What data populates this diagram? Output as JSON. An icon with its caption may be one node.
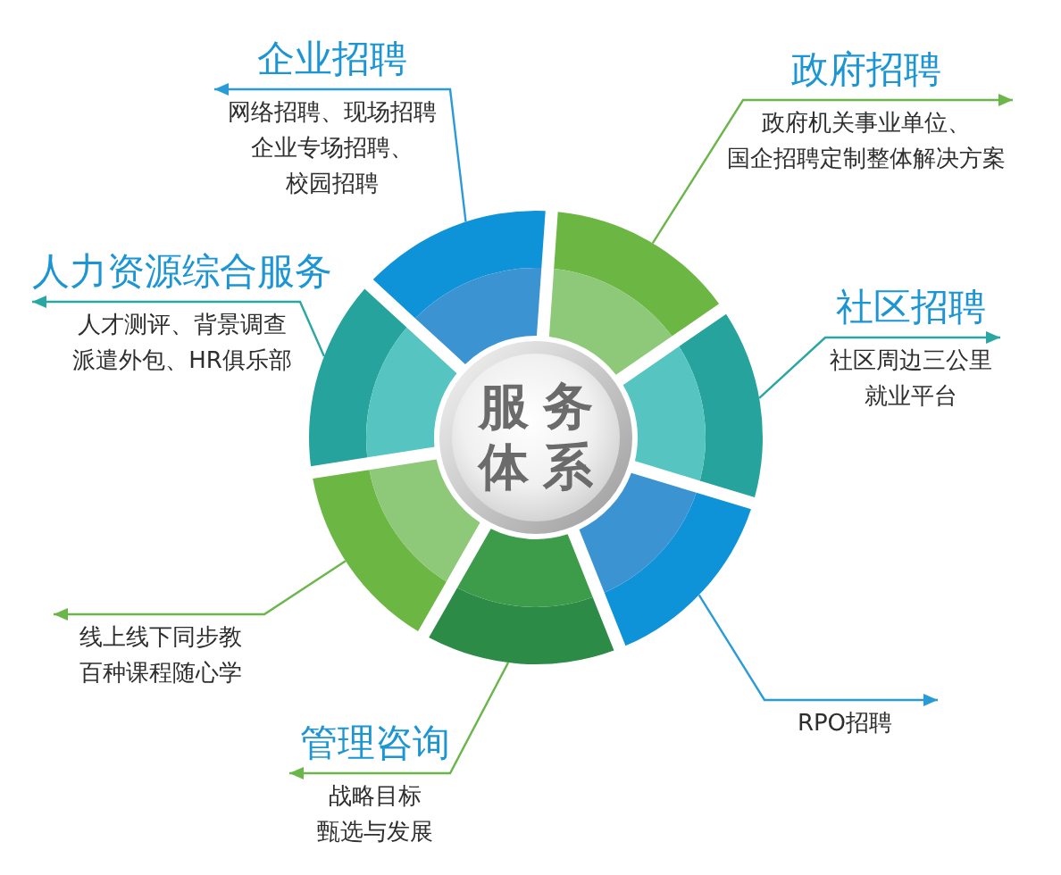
{
  "diagram": {
    "nodes": [
      {
        "text": [
          "服务体系"
        ]
      },
      {
        "text": [],
        "shape": "arc"
      },
      {
        "text": [],
        "shape": "arc"
      },
      {
        "text": [],
        "shape": "arc"
      },
      {
        "text": [],
        "shape": "arc"
      },
      {
        "text": [],
        "shape": "arc"
      },
      {
        "text": [],
        "shape": "arc"
      },
      {
        "text": [],
        "shape": "arc"
      },
      {
        "text": [
          "企业招聘",
          "网络招聘、现场招聘企业专场招聘、校园招聘"
        ]
      },
      {
        "text": [
          "政府招聘",
          "政府机关事业单位、国企招聘定制整体解决方案"
        ]
      },
      {
        "text": [
          "人力资源综合服务",
          "人才测评、背景调查派遣外包、HR俱乐部"
        ]
      },
      {
        "text": [
          "社区招聘",
          "社区周边三公里就业平台"
        ]
      },
      {
        "text": [
          "线上线下同步教百种课程随心学"
        ]
      },
      {
        "text": [
          "RPO招聘"
        ]
      },
      {
        "text": [
          "管理咨询",
          "战略目标甄选与发展"
        ]
      }
    ],
    "edges": [
      {
        "from": 1,
        "to": 8,
        "arrow": "to",
        "color": "#2b9bd8"
      },
      {
        "from": 2,
        "to": 9,
        "arrow": "to"
      },
      {
        "from": 3,
        "to": 11,
        "arrow": "to",
        "color": "#2aa7a3"
      },
      {
        "from": 4,
        "to": 13,
        "arrow": "to",
        "color": "#2b9bd8"
      },
      {
        "from": 5,
        "to": 14,
        "arrow": "to"
      },
      {
        "from": 6,
        "to": 12,
        "arrow": "to"
      },
      {
        "from": 7,
        "to": 10,
        "arrow": "to",
        "color": "#2aa7a3"
      }
    ]
  }
}
